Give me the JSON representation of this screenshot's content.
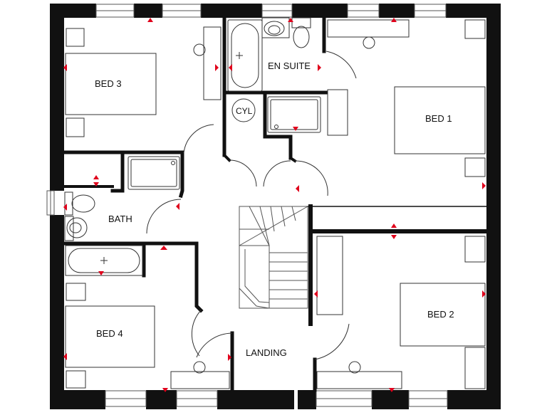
{
  "plan": {
    "rooms": {
      "bed1": "BED 1",
      "bed2": "BED 2",
      "bed3": "BED 3",
      "bed4": "BED 4",
      "bath": "BATH",
      "en_suite": "EN SUITE",
      "landing": "LANDING"
    },
    "cylinder": "CYL"
  },
  "colors": {
    "wall": "#111111",
    "fixture_line": "#333333",
    "marker": "#e0001b",
    "background": "#ffffff"
  }
}
